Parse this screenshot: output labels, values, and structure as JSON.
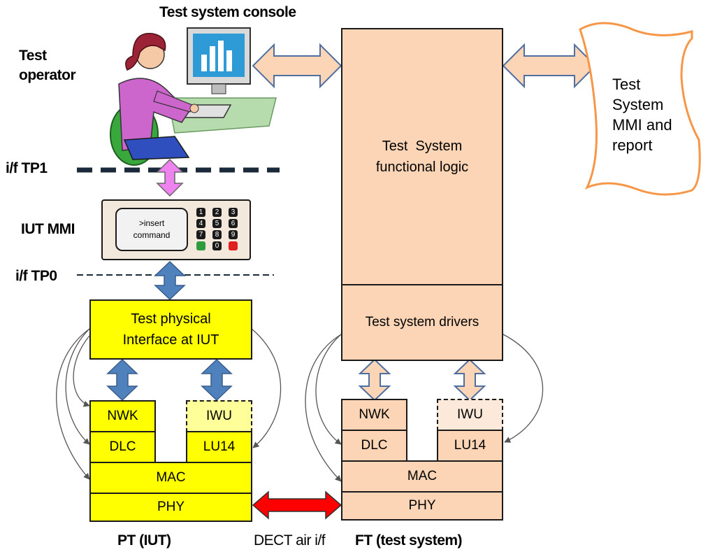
{
  "labels": {
    "test_system_console": "Test system console",
    "test_operator": "Test\noperator",
    "if_tp1": "i/f TP1",
    "iut_mmi": "IUT MMI",
    "if_tp0": "i/f TP0",
    "pt_iut": "PT (IUT)",
    "dect_air_if": "DECT air i/f",
    "ft_test_system": "FT (test system)"
  },
  "mmi": {
    "screen_text": ">insert\ncommand",
    "keys": [
      "1",
      "2",
      "3",
      "4",
      "5",
      "6",
      "7",
      "8",
      "9",
      "",
      "0",
      ""
    ]
  },
  "left_stack": {
    "interface": "Test physical\nInterface at IUT",
    "nwk": "NWK",
    "iwu": "IWU",
    "dlc": "DLC",
    "lu14": "LU14",
    "mac": "MAC",
    "phy": "PHY"
  },
  "right_stack": {
    "logic": "Test  System\nfunctional logic",
    "drivers": "Test system drivers",
    "nwk": "NWK",
    "iwu": "IWU",
    "dlc": "DLC",
    "lu14": "LU14",
    "mac": "MAC",
    "phy": "PHY"
  },
  "report": {
    "text": "Test\nSystem\nMMI and\nreport"
  },
  "colors": {
    "yellow": "#ffff00",
    "peach": "#fbd5b5",
    "blue_arrow": "#4f81bd",
    "pink_arrow": "#ee82ee",
    "red_arrow": "#ff0000",
    "report_border": "#f79646"
  }
}
